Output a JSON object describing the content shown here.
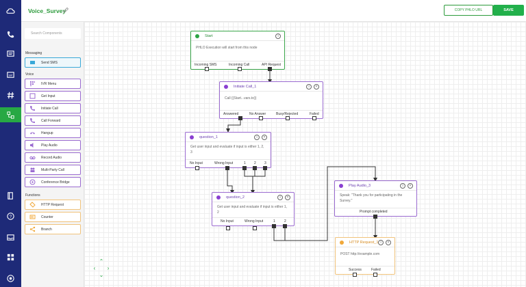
{
  "app": {
    "title": "Voice_Survey",
    "copy_label": "COPY PHLO URL",
    "save_label": "SAVE"
  },
  "sidebar": {
    "search_placeholder": "Search Components",
    "sections": {
      "messaging": "Messaging",
      "voice": "Voice",
      "functions": "Functions"
    },
    "messaging": [
      "Send SMS"
    ],
    "voice": [
      "IVR Menu",
      "Get Input",
      "Initiate Call",
      "Call Forward",
      "Hangup",
      "Play Audio",
      "Record Audio",
      "Multi-Party Call",
      "Conference Bridge"
    ],
    "functions": [
      "HTTP Request",
      "Counter",
      "Branch"
    ]
  },
  "nodes": {
    "start": {
      "title": "Start",
      "body": "PHLO Execution will start from this node",
      "outputs": [
        "Incoming SMS",
        "Incoming Call",
        "API Request"
      ]
    },
    "initiate": {
      "title": "Initiate Call_1",
      "body": "Call {{Start...vars.to}}",
      "outputs": [
        "Answered",
        "No Answer",
        "Busy/Rejected",
        "Failed"
      ]
    },
    "q1": {
      "title": "question_1",
      "body": "Get user input and evaluate if input is either 1, 2, 3",
      "outputs": [
        "No Input",
        "Wrong Input",
        "1",
        "2",
        "3"
      ]
    },
    "q2": {
      "title": "question_2",
      "body": "Get user input and evaluate if input is either 1, 2",
      "outputs": [
        "No Input",
        "Wrong Input",
        "1",
        "2"
      ]
    },
    "play": {
      "title": "Play Audio_3",
      "body": "Speak: \"Thank you for participating in the Survey.\"",
      "outputs": [
        "Prompt completed"
      ]
    },
    "http": {
      "title": "HTTP Request_1",
      "body": "POST http://example.com",
      "outputs": [
        "Success",
        "Failed"
      ]
    }
  },
  "colors": {
    "nav": "#1e2a78",
    "accent": "#27a844",
    "voice": "#9a6ad0",
    "function": "#f0c27a",
    "messaging": "#38a8d8"
  }
}
